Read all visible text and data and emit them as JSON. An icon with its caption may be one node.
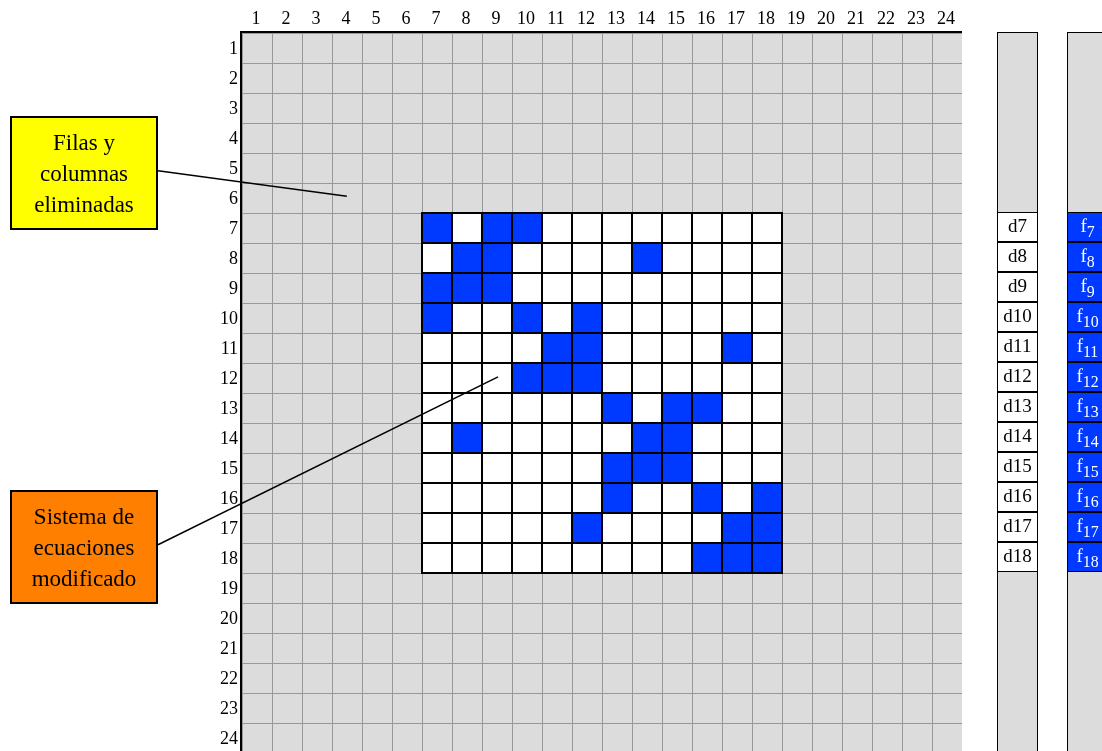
{
  "diagram": {
    "nodes": [
      {
        "text": [
          "Filas y columnas eliminadas"
        ]
      },
      {
        "text": [
          "Sistema de ecuaciones modificado"
        ]
      },
      {
        "text": [],
        "shape": "box"
      },
      {
        "text": [],
        "shape": "box",
        "in": 2
      }
    ],
    "edges": [
      {
        "from": 0,
        "to": 2,
        "arrow": "none"
      },
      {
        "from": 1,
        "to": 3,
        "arrow": "none"
      }
    ],
    "labels": [
      "1",
      "2",
      "3",
      "4",
      "5",
      "6",
      "7",
      "8",
      "9",
      "10",
      "11",
      "12",
      "13",
      "14",
      "15",
      "16",
      "17",
      "18",
      "19",
      "20",
      "21",
      "22",
      "23",
      "24",
      "1",
      "2",
      "3",
      "4",
      "5",
      "6",
      "7",
      "d7",
      "f$_{7}$",
      "8",
      "d8",
      "f$_{8}$",
      "9",
      "d9",
      "f$_{9}$",
      "10",
      "d10",
      "f$_{10}$",
      "11",
      "d11",
      "f$_{11}$",
      "12",
      "d12",
      "f$_{12}$",
      "13",
      "d13",
      "f$_{13}$",
      "14",
      "d14",
      "f$_{14}$",
      "15",
      "d15",
      "f$_{15}$",
      "16",
      "d16",
      "f$_{16}$",
      "17",
      "d17",
      "f$_{17}$",
      "18",
      "d18",
      "f$_{18}$",
      "19",
      "20",
      "21",
      "22",
      "23",
      "24"
    ]
  }
}
